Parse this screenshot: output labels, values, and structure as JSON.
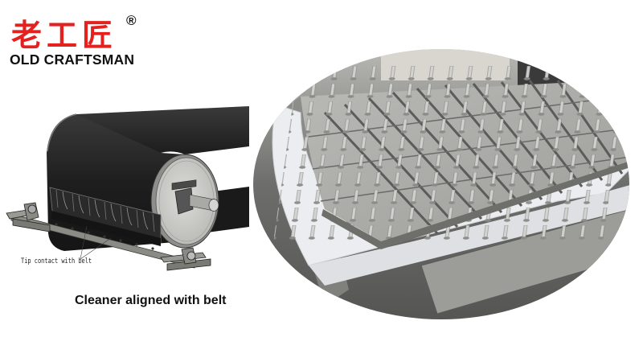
{
  "logo": {
    "chinese_name": "老工匠",
    "registered_mark": "®",
    "english_name": "OLD CRAFTSMAN",
    "brand_color": "#e3211f"
  },
  "diagram": {
    "callout_label": "Tip contact with belt",
    "caption": "Cleaner aligned with belt",
    "belt_color": "#1f1f1f",
    "pulley_color": "#c9c9c6"
  },
  "photo": {
    "subject": "stainless steel cleaner blade plates with threaded studs on foam padding",
    "shape": "ellipse"
  }
}
